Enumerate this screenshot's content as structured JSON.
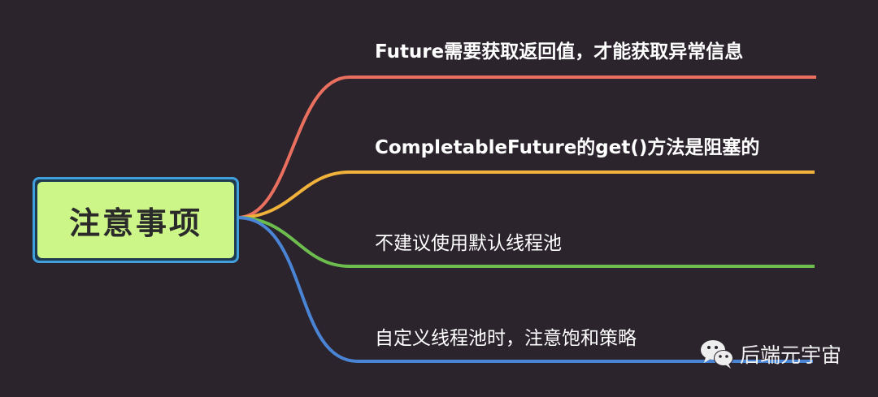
{
  "root": {
    "label": "注意事项",
    "fill": "#cdf689",
    "border": "#3fa0dd"
  },
  "branches": [
    {
      "label": "Future需要获取返回值，才能获取异常信息",
      "color": "#e96f5f"
    },
    {
      "label": "CompletableFuture的get()方法是阻塞的",
      "color": "#f0b23a"
    },
    {
      "label": "不建议使用默认线程池",
      "color": "#6cbd4e"
    },
    {
      "label": "自定义线程池时，注意饱和策略",
      "color": "#4a84d4"
    }
  ],
  "watermark": {
    "icon": "wechat-icon",
    "text": "后端元宇宙"
  },
  "background": "#2b242d"
}
